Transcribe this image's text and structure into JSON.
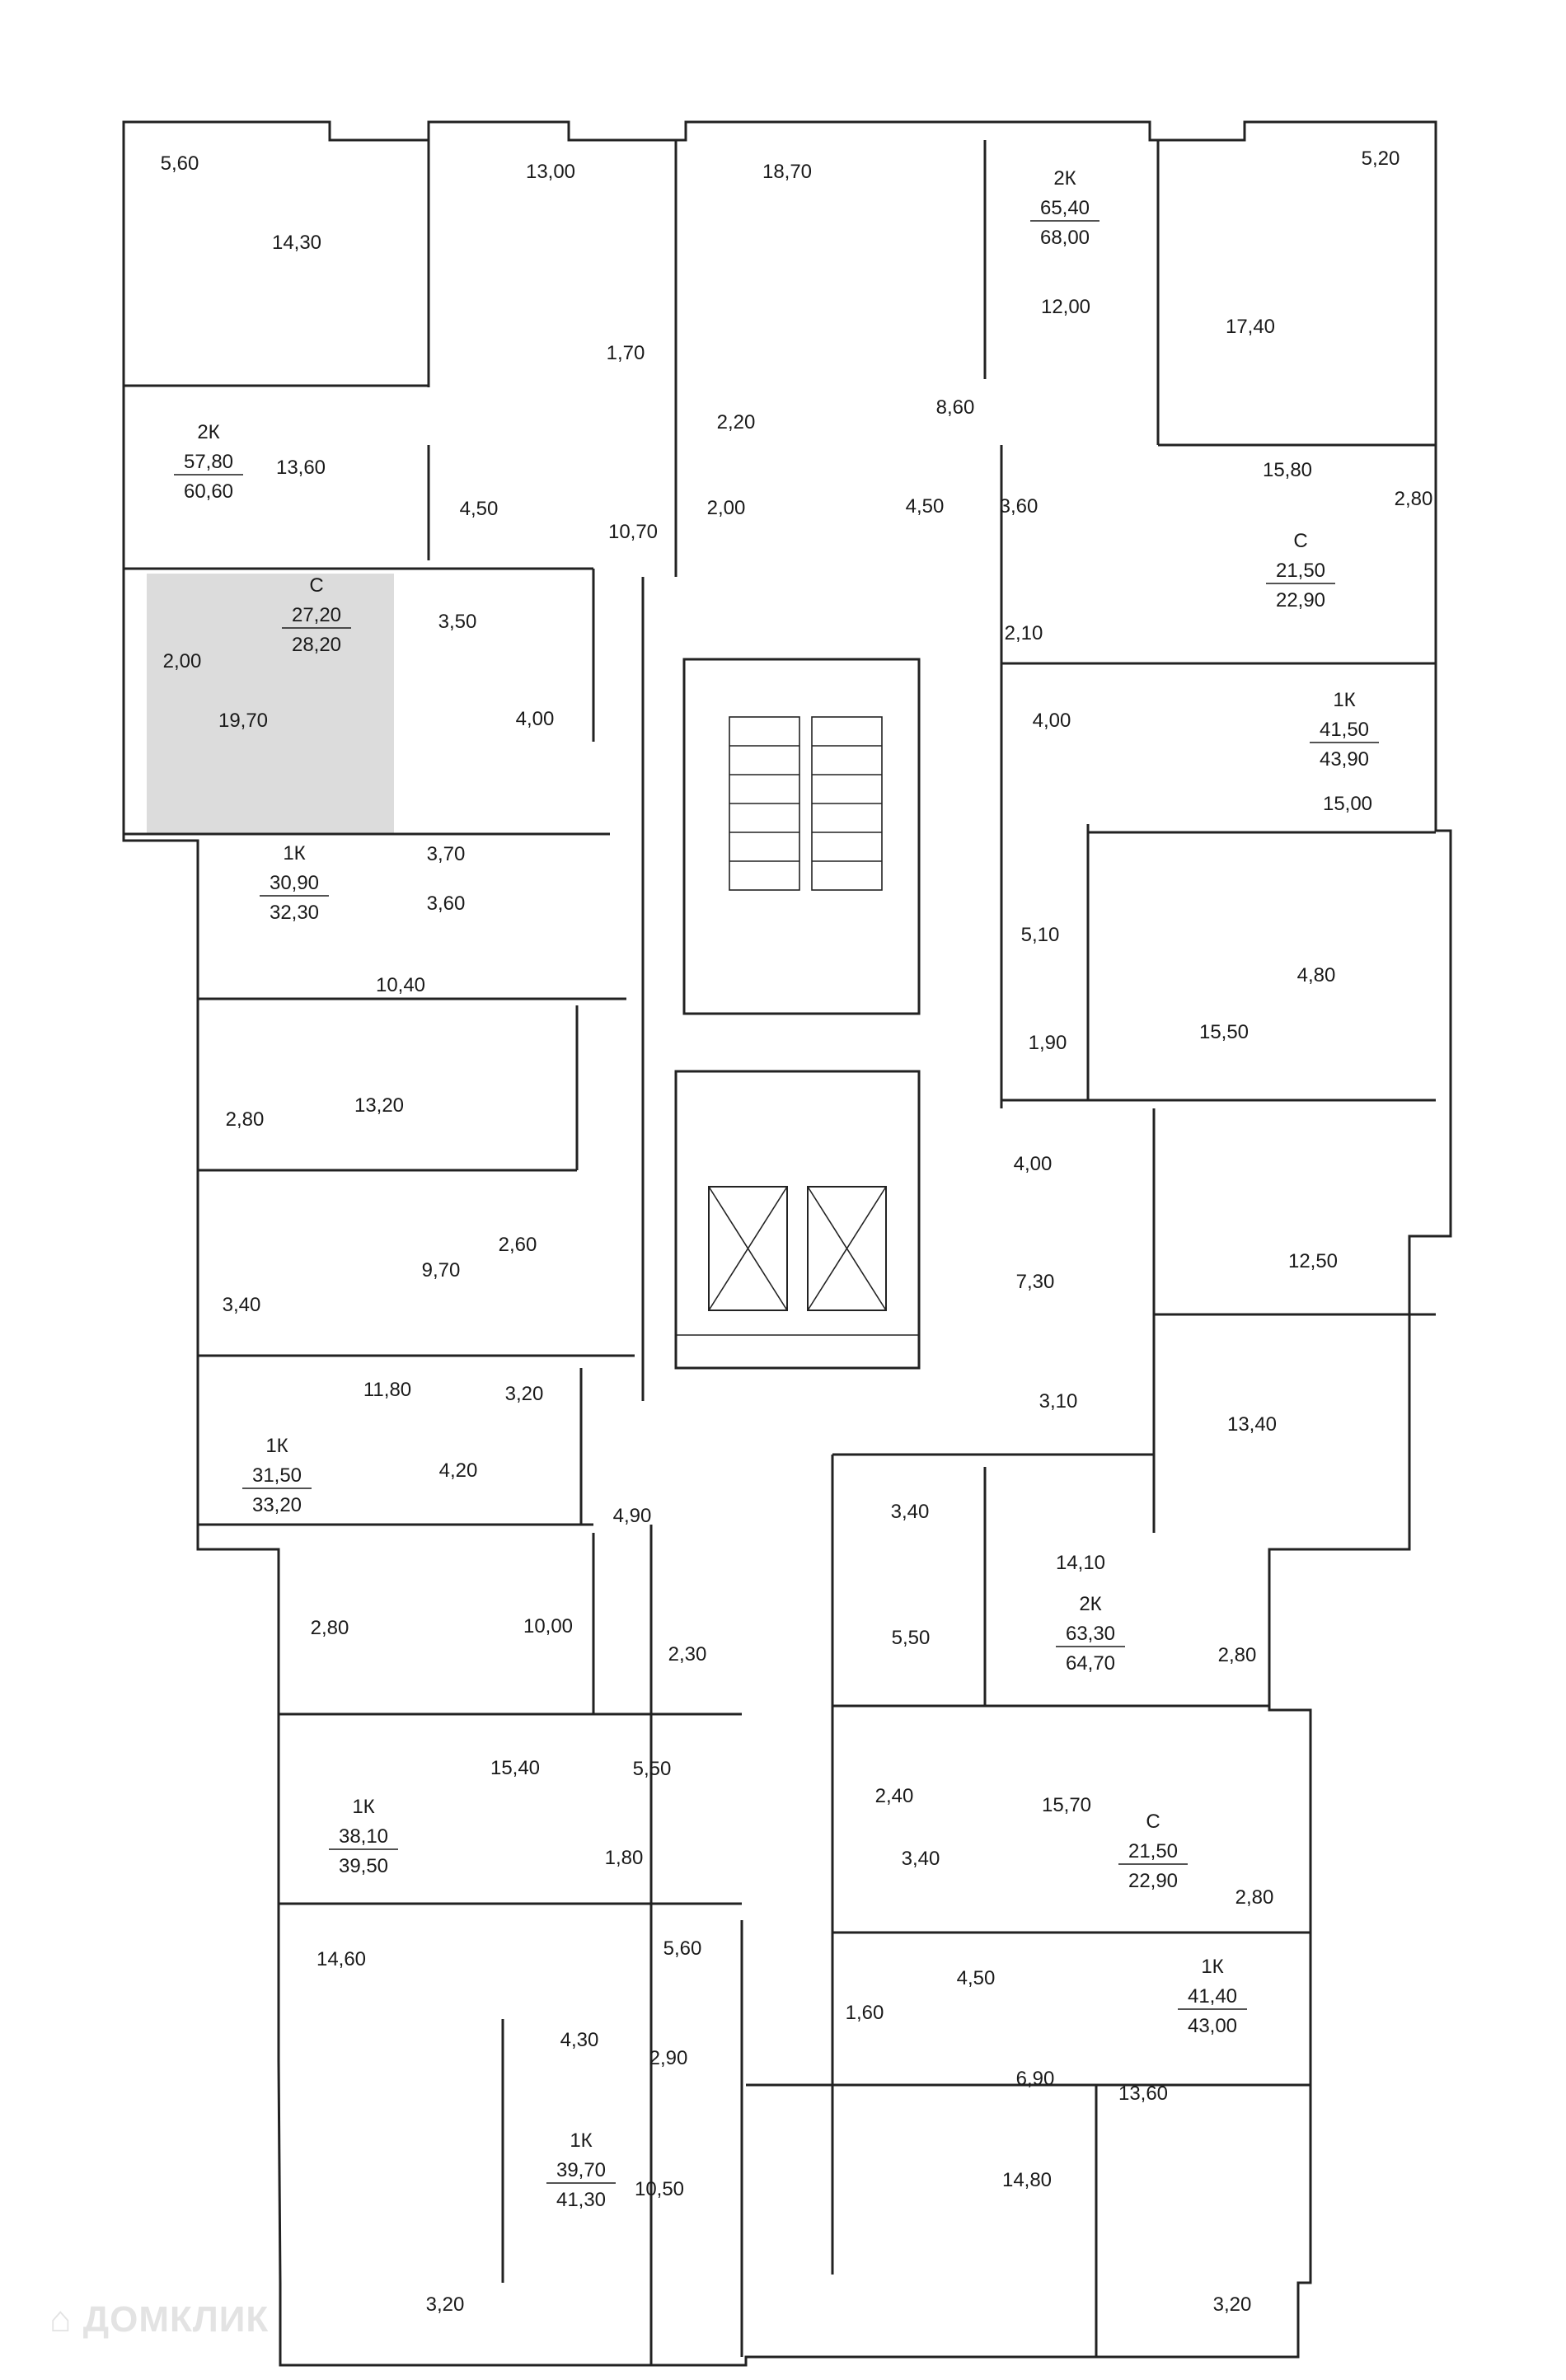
{
  "rooms": [
    {
      "area": "5,60"
    },
    {
      "area": "14,30"
    },
    {
      "area": "13,00"
    },
    {
      "area": "18,70"
    },
    {
      "area": "12,00"
    },
    {
      "area": "5,20"
    },
    {
      "area": "17,40"
    },
    {
      "area": "1,70"
    },
    {
      "area": "2,20"
    },
    {
      "area": "8,60"
    },
    {
      "area": "13,60"
    },
    {
      "area": "4,50"
    },
    {
      "area": "10,70"
    },
    {
      "area": "2,00"
    },
    {
      "area": "4,50"
    },
    {
      "area": "3,60"
    },
    {
      "area": "15,80"
    },
    {
      "area": "2,80"
    },
    {
      "area": "3,50"
    },
    {
      "area": "2,00"
    },
    {
      "area": "2,10"
    },
    {
      "area": "19,70"
    },
    {
      "area": "4,00"
    },
    {
      "area": "4,00"
    },
    {
      "area": "15,00"
    },
    {
      "area": "3,70"
    },
    {
      "area": "3,60"
    },
    {
      "area": "10,40"
    },
    {
      "area": "5,10"
    },
    {
      "area": "4,80"
    },
    {
      "area": "15,50"
    },
    {
      "area": "1,90"
    },
    {
      "area": "13,20"
    },
    {
      "area": "2,80"
    },
    {
      "area": "4,00"
    },
    {
      "area": "12,50"
    },
    {
      "area": "2,60"
    },
    {
      "area": "9,70"
    },
    {
      "area": "3,40"
    },
    {
      "area": "7,30"
    },
    {
      "area": "11,80"
    },
    {
      "area": "3,20"
    },
    {
      "area": "3,10"
    },
    {
      "area": "13,40"
    },
    {
      "area": "4,20"
    },
    {
      "area": "4,90"
    },
    {
      "area": "3,40"
    },
    {
      "area": "14,10"
    },
    {
      "area": "10,00"
    },
    {
      "area": "2,80"
    },
    {
      "area": "5,50"
    },
    {
      "area": "2,30"
    },
    {
      "area": "2,80"
    },
    {
      "area": "15,40"
    },
    {
      "area": "5,50"
    },
    {
      "area": "2,40"
    },
    {
      "area": "15,70"
    },
    {
      "area": "1,80"
    },
    {
      "area": "3,40"
    },
    {
      "area": "2,80"
    },
    {
      "area": "14,60"
    },
    {
      "area": "5,60"
    },
    {
      "area": "4,50"
    },
    {
      "area": "1,60"
    },
    {
      "area": "4,30"
    },
    {
      "area": "2,90"
    },
    {
      "area": "6,90"
    },
    {
      "area": "13,60"
    },
    {
      "area": "10,50"
    },
    {
      "area": "14,80"
    },
    {
      "area": "3,20"
    },
    {
      "area": "3,20"
    }
  ],
  "apartments": [
    {
      "type": "2К",
      "living": "65,40",
      "total": "68,00"
    },
    {
      "type": "2К",
      "living": "57,80",
      "total": "60,60"
    },
    {
      "type": "С",
      "living": "27,20",
      "total": "28,20",
      "highlighted": true
    },
    {
      "type": "С",
      "living": "21,50",
      "total": "22,90"
    },
    {
      "type": "1К",
      "living": "41,50",
      "total": "43,90"
    },
    {
      "type": "1К",
      "living": "30,90",
      "total": "32,30"
    },
    {
      "type": "1К",
      "living": "31,50",
      "total": "33,20"
    },
    {
      "type": "2К",
      "living": "63,30",
      "total": "64,70"
    },
    {
      "type": "1К",
      "living": "38,10",
      "total": "39,50"
    },
    {
      "type": "С",
      "living": "21,50",
      "total": "22,90"
    },
    {
      "type": "1К",
      "living": "41,40",
      "total": "43,00"
    },
    {
      "type": "1К",
      "living": "39,70",
      "total": "41,30"
    }
  ],
  "colors": {
    "wall": "#222222",
    "highlight": "#dcdcdc",
    "background": "#ffffff"
  },
  "watermark": "ДОМКЛИК"
}
